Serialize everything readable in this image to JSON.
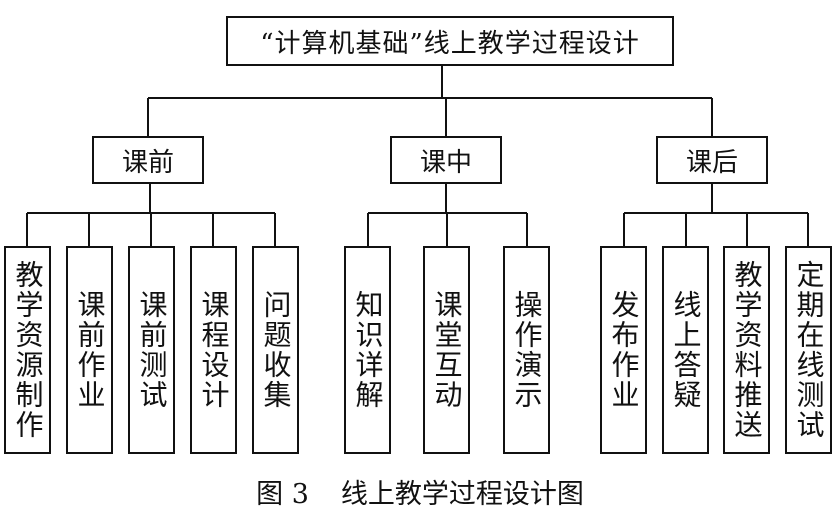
{
  "diagram": {
    "root": "“计算机基础”线上教学过程设计",
    "branches": [
      {
        "label": "课前",
        "children": [
          "教学资源制作",
          "课前作业",
          "课前测试",
          "课程设计",
          "问题收集"
        ]
      },
      {
        "label": "课中",
        "children": [
          "知识详解",
          "课堂互动",
          "操作演示"
        ]
      },
      {
        "label": "课后",
        "children": [
          "发布作业",
          "线上答疑",
          "教学资料推送",
          "定期在线测试"
        ]
      }
    ]
  },
  "caption": {
    "number": "图 3",
    "title": "线上教学过程设计图"
  }
}
